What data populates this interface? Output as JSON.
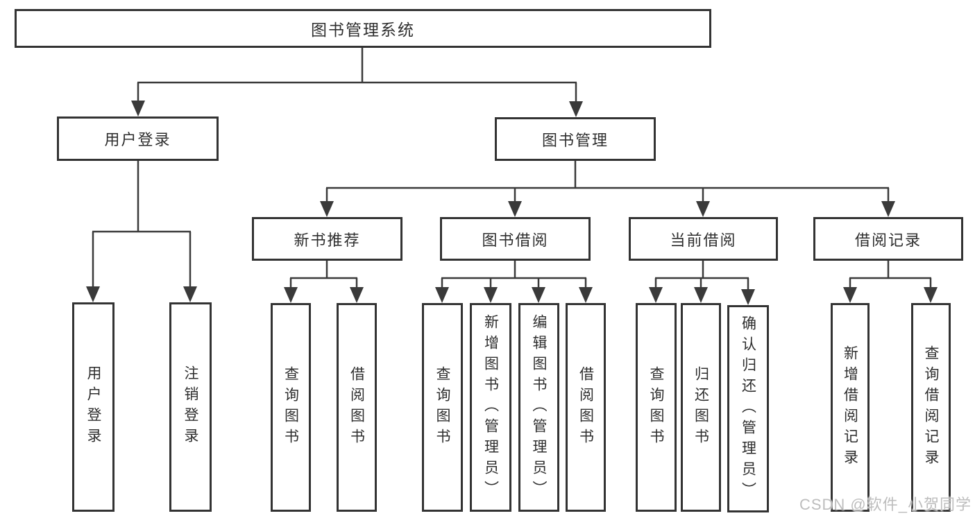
{
  "diagram": {
    "root": "图书管理系统",
    "level2": {
      "user_login": "用户登录",
      "book_management": "图书管理"
    },
    "level3": {
      "new_book_recommend": "新书推荐",
      "book_borrowing": "图书借阅",
      "current_borrowing": "当前借阅",
      "borrowing_records": "借阅记录"
    },
    "leaves": {
      "user_login": "用户登录",
      "logout_login": "注销登录",
      "recommend_query_books": "查询图书",
      "recommend_borrow_books": "借阅图书",
      "borrowing_query_books": "查询图书",
      "borrowing_add_books": "新增图书（管理员）",
      "borrowing_edit_books": "编辑图书（管理员）",
      "borrowing_borrow_books": "借阅图书",
      "current_query_books": "查询图书",
      "current_return_books": "归还图书",
      "current_confirm_return": "确认归还（管理员）",
      "records_add_record": "新增借阅记录",
      "records_query_record": "查询借阅记录"
    },
    "watermark": "CSDN @软件_小贺同学"
  },
  "colors": {
    "line": "#3a3a3a",
    "box_border": "#333333",
    "text": "#2e2e2e",
    "watermark": "#bdbdbd",
    "background": "#ffffff"
  }
}
